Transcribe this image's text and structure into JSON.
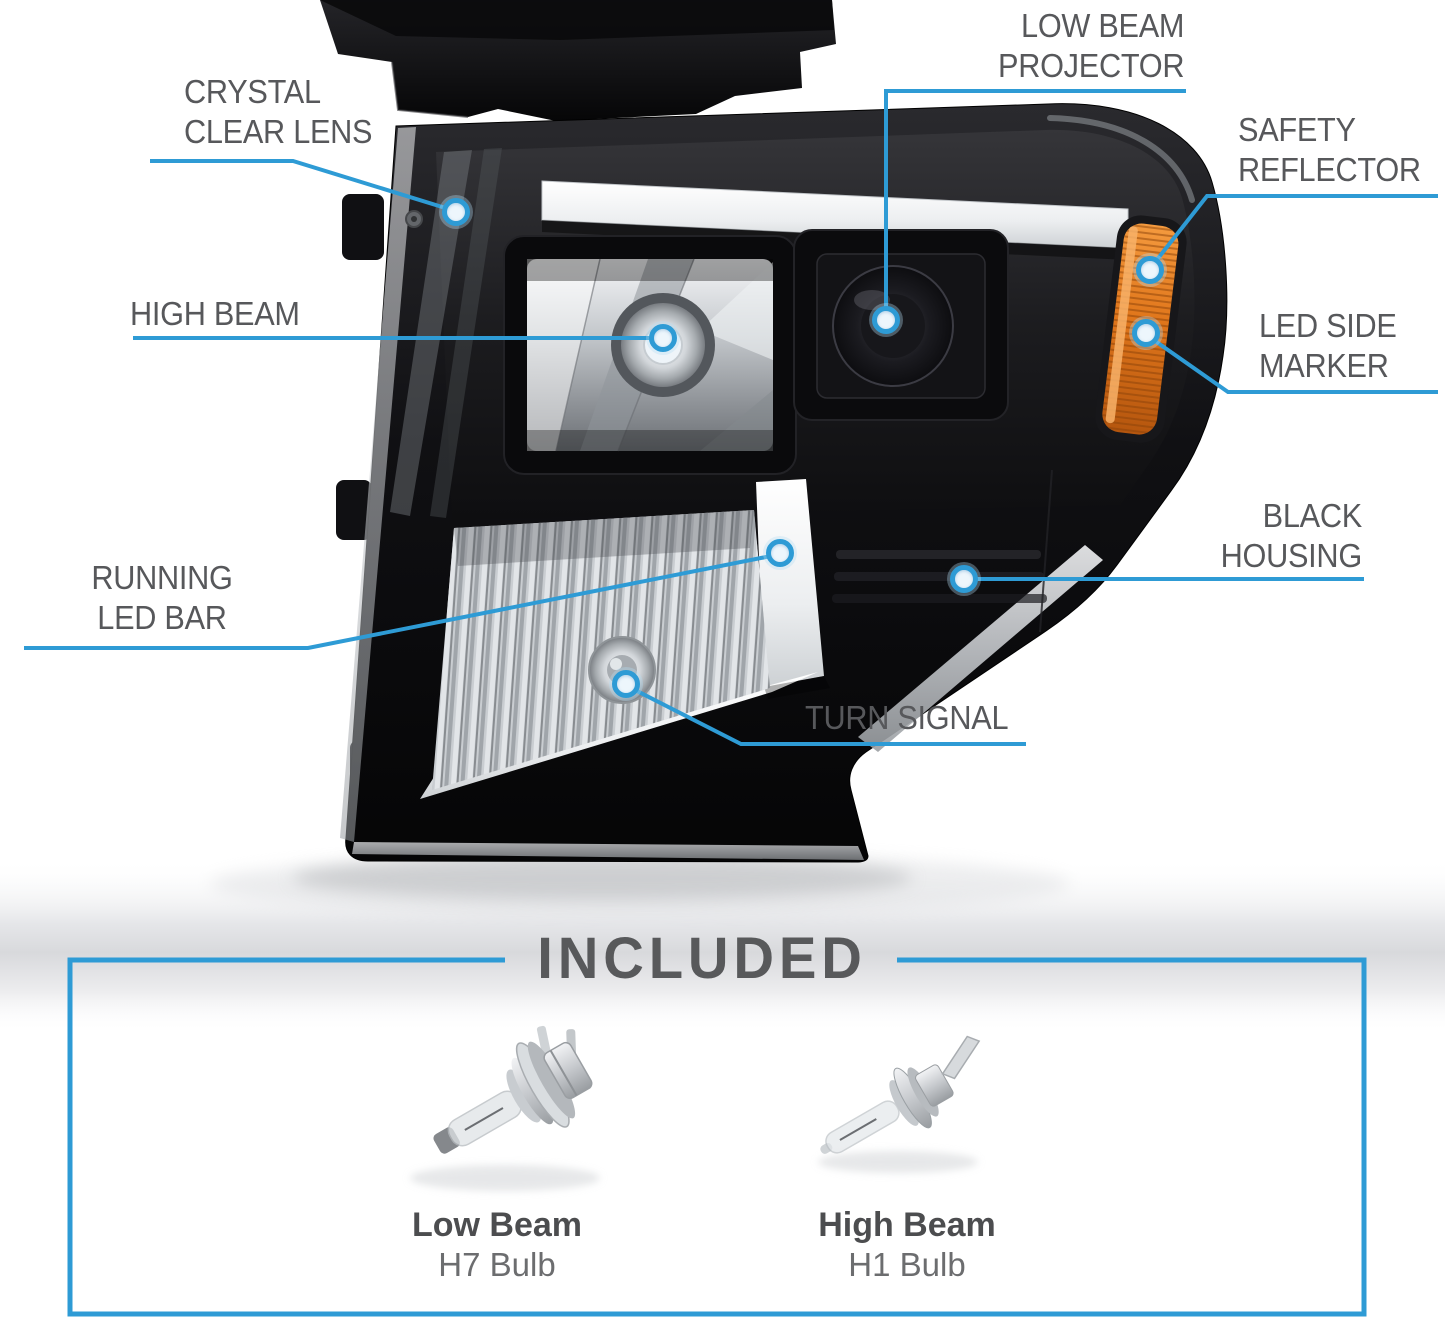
{
  "colors": {
    "accent_blue": "#2e9bd5",
    "label_gray": "#57585b",
    "title_gray": "#58595b",
    "housing_black": "#0a0a0c",
    "reflector_amber": "#e0761b"
  },
  "callouts": {
    "crystal_clear_lens": "CRYSTAL\nCLEAR LENS",
    "high_beam": "HIGH BEAM",
    "low_beam_projector": "LOW BEAM\nPROJECTOR",
    "safety_reflector": "SAFETY\nREFLECTOR",
    "led_side_marker": "LED SIDE\nMARKER",
    "black_housing": "BLACK\nHOUSING",
    "running_led_bar": "RUNNING\nLED BAR",
    "turn_signal": "TURN SIGNAL"
  },
  "included": {
    "title": "INCLUDED",
    "items": [
      {
        "name": "Low Beam",
        "bulb": "H7 Bulb"
      },
      {
        "name": "High Beam",
        "bulb": "H1 Bulb"
      }
    ]
  }
}
